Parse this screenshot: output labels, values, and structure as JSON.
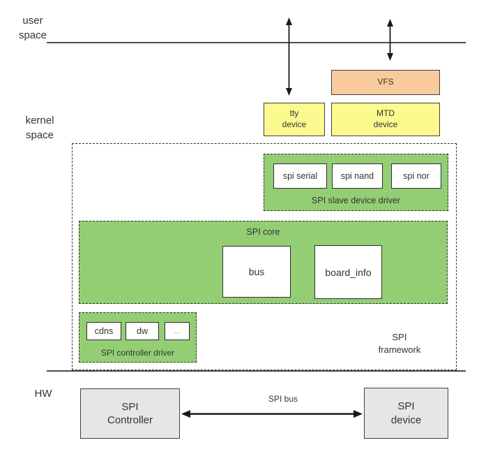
{
  "colors": {
    "green": "#93CE74",
    "yellow": "#FAFA8E",
    "orange": "#F9CB9C",
    "gray": "#E6E6E6",
    "line": "#4a4a4a"
  },
  "regions": {
    "user_space": "user\nspace",
    "kernel_space": "kernel\nspace",
    "hw": "HW"
  },
  "user_layer": {
    "vfs": "VFS",
    "tty": "tty\ndevice",
    "mtd": "MTD\ndevice"
  },
  "framework": {
    "label": "SPI\nframework",
    "slave": {
      "label": "SPI slave device driver",
      "items": [
        "spi serial",
        "spi nand",
        "spi nor"
      ]
    },
    "core": {
      "label": "SPI core",
      "items": [
        "bus",
        "board_info"
      ]
    },
    "controller": {
      "label": "SPI controller driver",
      "items": [
        "cdns",
        "dw",
        "..."
      ]
    }
  },
  "hw_layer": {
    "controller": "SPI\nController",
    "device": "SPI\ndevice",
    "bus_label": "SPI bus"
  }
}
